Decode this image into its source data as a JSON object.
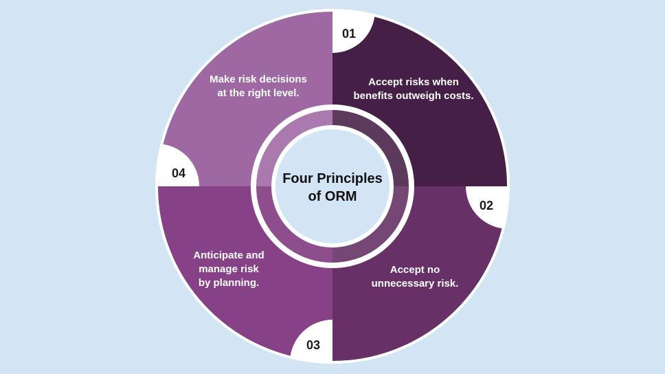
{
  "diagram": {
    "center_title_line1": "Four Principles",
    "center_title_line2": "of ORM",
    "colors": {
      "background": "#d3e5f4",
      "segment_1": "#451f45",
      "segment_2": "#673167",
      "segment_3": "#874186",
      "segment_4": "#9e69a2",
      "inner_ring_1": "#5b3a5b",
      "inner_ring_2": "#744774",
      "inner_ring_3": "#8e4d8d",
      "inner_ring_4": "#aa79ae",
      "outline": "#ffffff",
      "number_tab": "#ffffff"
    },
    "principles": [
      {
        "number": "01",
        "line1": "Accept risks when",
        "line2": "benefits outweigh costs."
      },
      {
        "number": "02",
        "line1": "Accept no",
        "line2": "unnecessary risk."
      },
      {
        "number": "03",
        "line1": "Anticipate and",
        "line2": "manage risk",
        "line3": "by planning."
      },
      {
        "number": "04",
        "line1": "Make risk decisions",
        "line2": "at the right level."
      }
    ]
  }
}
